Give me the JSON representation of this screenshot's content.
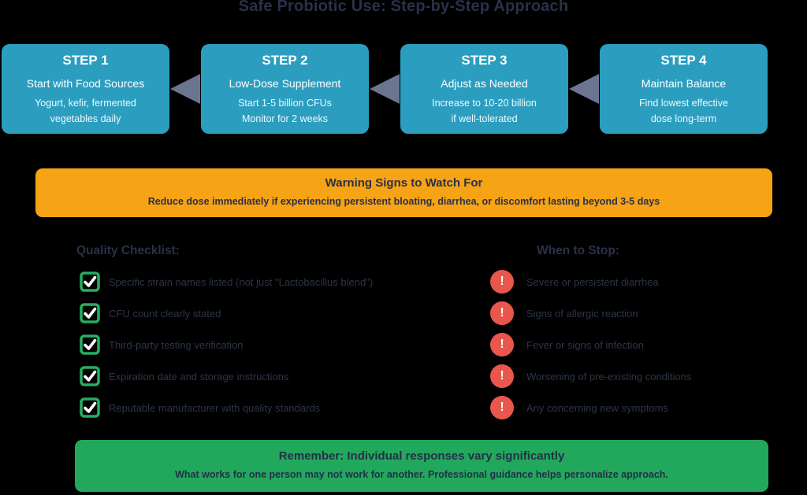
{
  "title": "Safe Probiotic Use: Step-by-Step Approach",
  "steps": [
    {
      "label": "STEP 1",
      "subtitle": "Start with Food Sources",
      "detail_line1": "Yogurt, kefir, fermented",
      "detail_line2": "vegetables daily"
    },
    {
      "label": "STEP 2",
      "subtitle": "Low-Dose Supplement",
      "detail_line1": "Start 1-5 billion CFUs",
      "detail_line2": "Monitor for 2 weeks"
    },
    {
      "label": "STEP 3",
      "subtitle": "Adjust as Needed",
      "detail_line1": "Increase to 10-20 billion",
      "detail_line2": "if well-tolerated"
    },
    {
      "label": "STEP 4",
      "subtitle": "Maintain Balance",
      "detail_line1": "Find lowest effective",
      "detail_line2": "dose long-term"
    }
  ],
  "warning_banner": {
    "title": "Warning Signs to Watch For",
    "text": "Reduce dose immediately if experiencing persistent bloating, diarrhea, or discomfort lasting beyond 3-5 days"
  },
  "quality_checklist": {
    "heading": "Quality Checklist:",
    "items": [
      "Specific strain names listed (not just \"Lactobacillus blend\")",
      "CFU count clearly stated",
      "Third-party testing verification",
      "Expiration date and storage instructions",
      "Reputable manufacturer with quality standards"
    ]
  },
  "when_to_stop": {
    "heading": "When to Stop:",
    "alert_glyph": "!",
    "items": [
      "Severe or persistent diarrhea",
      "Signs of allergic reaction",
      "Fever or signs of infection",
      "Worsening of pre-existing conditions",
      "Any concerning new symptoms"
    ]
  },
  "reminder_banner": {
    "title": "Remember: Individual responses vary significantly",
    "text": "What works for one person may not work for another. Professional guidance helps personalize approach."
  },
  "colors": {
    "background": "#000000",
    "step_box_teal": "#2b9ec0",
    "arrow_slate": "#6b7590",
    "warning_orange": "#f6a316",
    "checkbox_green": "#27ae60",
    "alert_red": "#e8564c",
    "reminder_green": "#22a85c",
    "text_navy": "#2a3148",
    "text_white": "#ffffff"
  }
}
